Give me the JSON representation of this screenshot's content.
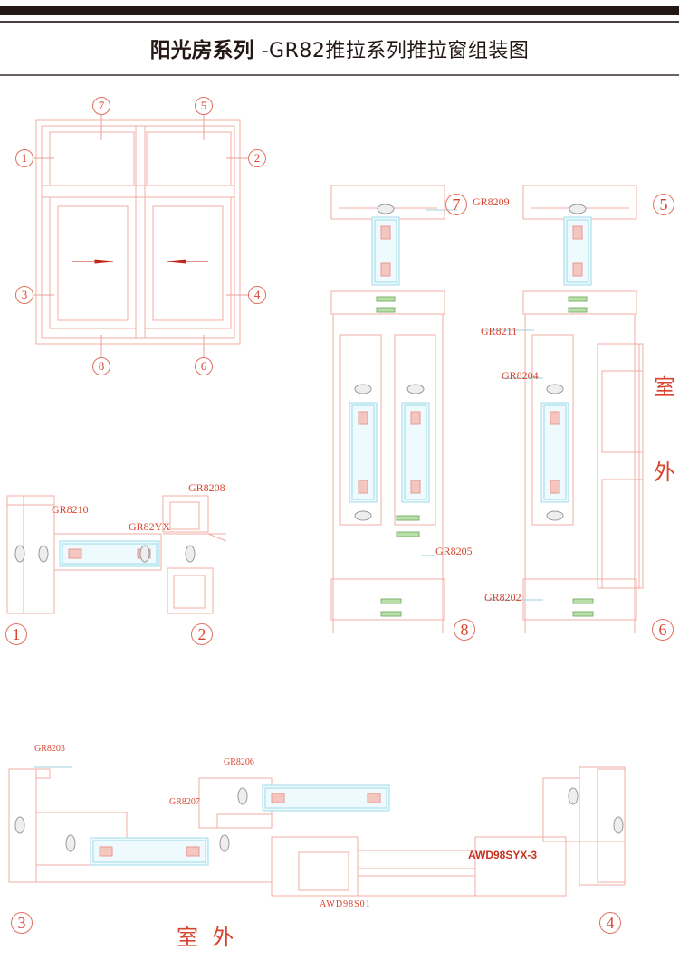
{
  "header": {
    "title_bold": "阳光房系列",
    "title_rest": "-GR82推拉系列推拉窗组装图"
  },
  "elevation": {
    "markers": [
      "7",
      "5",
      "1",
      "2",
      "3",
      "4",
      "8",
      "6"
    ]
  },
  "section_1_2": {
    "markers": [
      "1",
      "2"
    ],
    "labels": [
      "GR8210",
      "GR82YX",
      "GR8208"
    ]
  },
  "section_7_8": {
    "markers": [
      "7",
      "8"
    ],
    "labels": [
      "GR8209",
      "GR8205"
    ]
  },
  "section_5_6": {
    "markers": [
      "5",
      "6"
    ],
    "labels": [
      "GR8211",
      "GR8204",
      "GR8202"
    ],
    "outside": [
      "室",
      "外"
    ]
  },
  "section_3_4": {
    "markers": [
      "3",
      "4"
    ],
    "labels": [
      "GR8203",
      "GR8206",
      "GR8207",
      "AWD98SYX-3",
      "AWD98S01"
    ],
    "outside": "室  外"
  },
  "colors": {
    "profile": "#f0aca4",
    "label": "#d8442e",
    "glass": "#9fdbe8",
    "gasket": "#b8e0a8",
    "bar": "#231815"
  }
}
